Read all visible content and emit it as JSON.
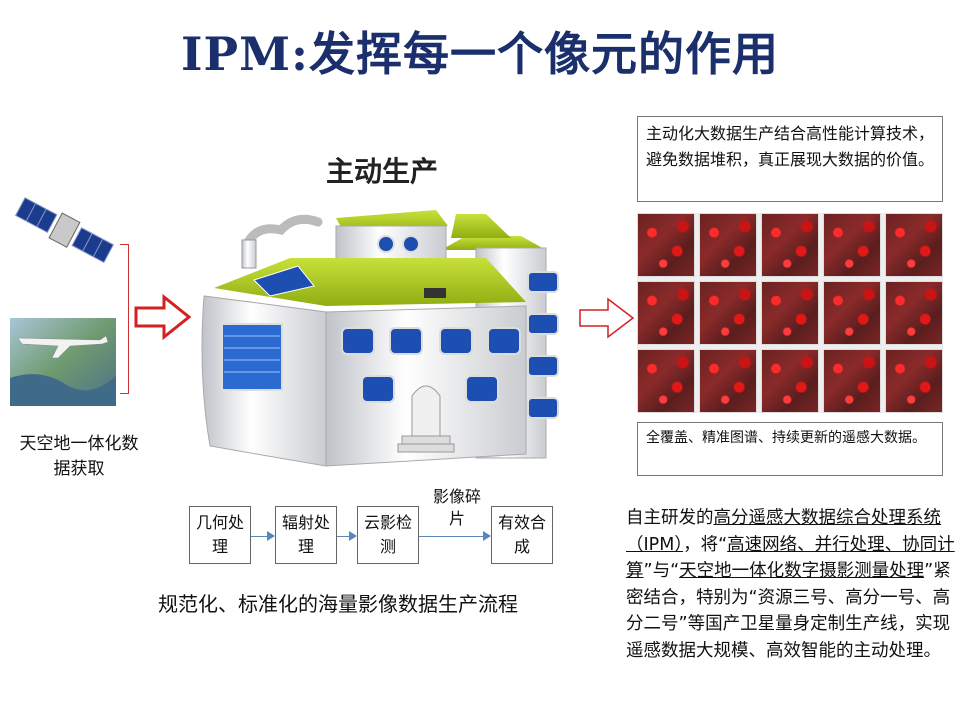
{
  "title": "IPM:发挥每一个像元的作用",
  "factory_title": "主动生产",
  "source_label": "天空地一体化数据获取",
  "description_box": "主动化大数据生产结合高性能计算技术，避免数据堆积，真正展现大数据的价值。",
  "coverage_box": "全覆盖、精准图谱、持续更新的遥感大数据。",
  "flow": {
    "steps": [
      "几何处理",
      "辐射处理",
      "云影检测",
      "有效合成"
    ],
    "mid_label": "影像碎片",
    "caption": "规范化、标准化的海量影像数据生产流程"
  },
  "right_text": {
    "p1": "自主研发的",
    "u1": "高分遥感大数据综合处理系统（IPM）",
    "p2": "，将“",
    "u2": "高速网络、并行处理、协同计算",
    "p3": "”与“",
    "u3": "天空地一体化数字摄影测量处理",
    "p4": "”紧密结合，特别为“资源三号、高分一号、高分二号”等国产卫星量身定制生产线，实现遥感数据大规模、高效智能的主动处理。"
  },
  "colors": {
    "title": "#1a2f6b",
    "arrow_red": "#d42020",
    "roof_green": "#a8c820",
    "window_blue": "#1d4fb3"
  }
}
